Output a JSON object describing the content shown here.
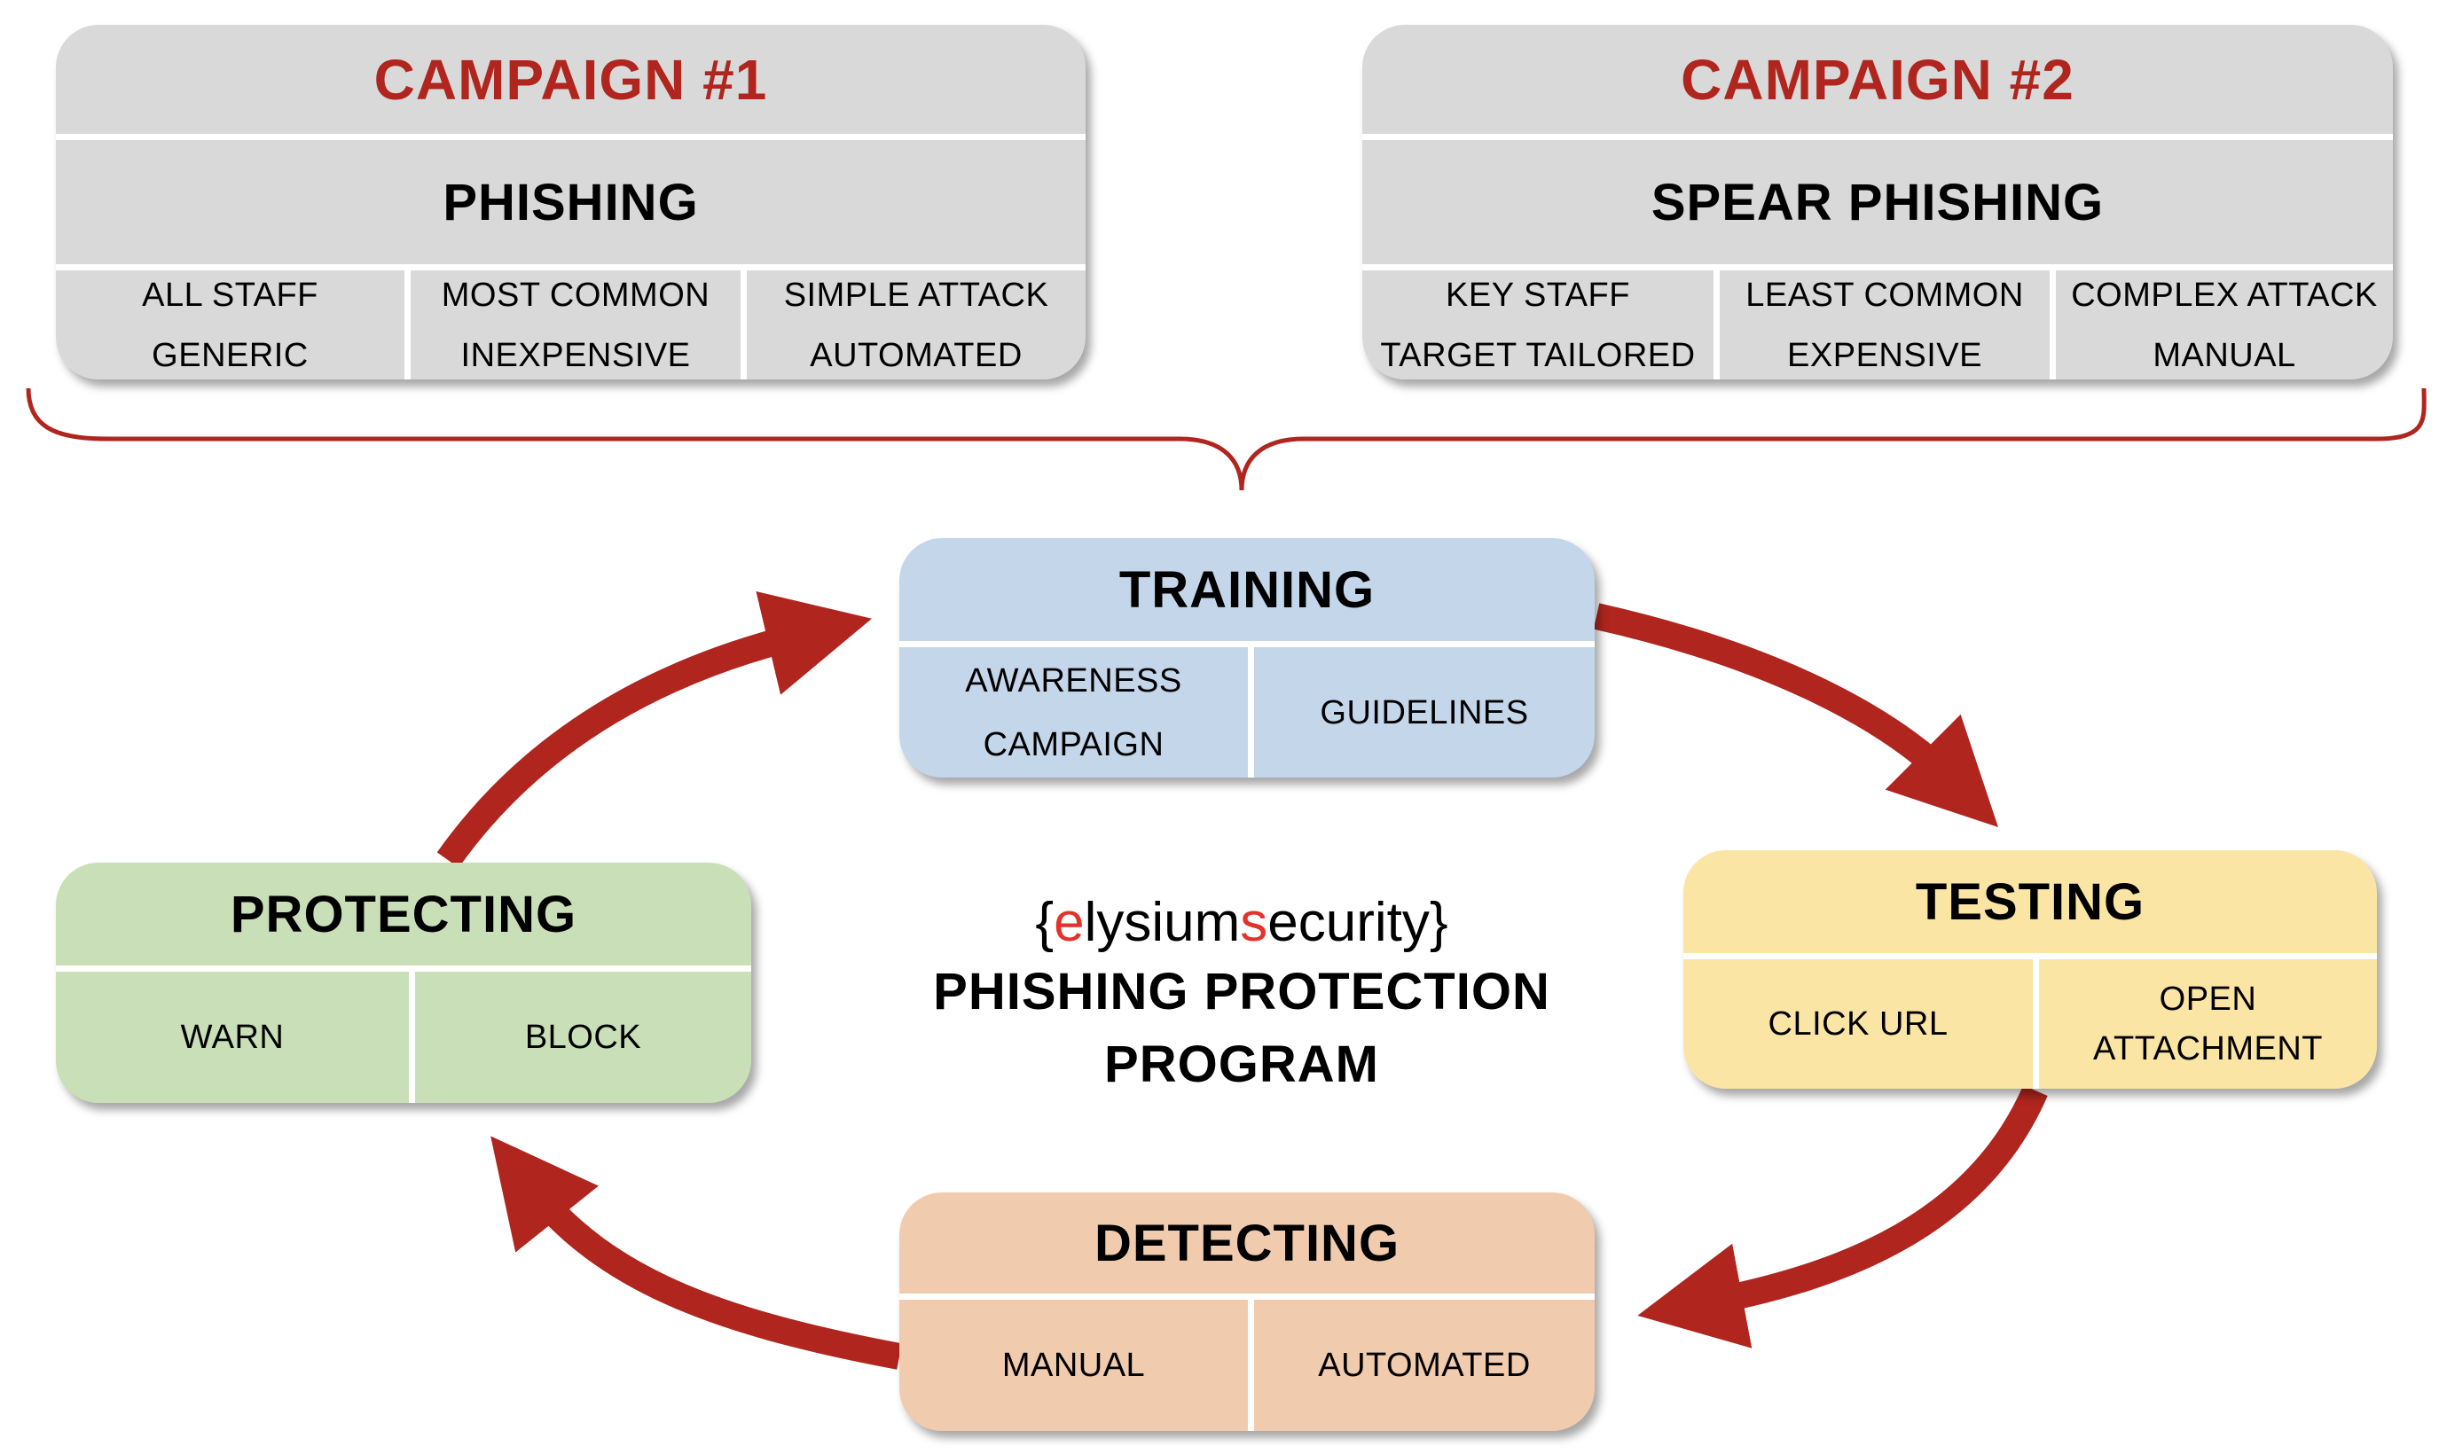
{
  "campaigns": [
    {
      "title": "CAMPAIGN #1",
      "type": "PHISHING",
      "attributes": [
        {
          "line1": "ALL STAFF",
          "line2": "GENERIC"
        },
        {
          "line1": "MOST COMMON",
          "line2": "INEXPENSIVE"
        },
        {
          "line1": "SIMPLE ATTACK",
          "line2": "AUTOMATED"
        }
      ]
    },
    {
      "title": "CAMPAIGN #2",
      "type": "SPEAR PHISHING",
      "attributes": [
        {
          "line1": "KEY STAFF",
          "line2": "TARGET TAILORED"
        },
        {
          "line1": "LEAST COMMON",
          "line2": "EXPENSIVE"
        },
        {
          "line1": "COMPLEX ATTACK",
          "line2": "MANUAL"
        }
      ]
    }
  ],
  "center": {
    "logo": {
      "brace_open": "{",
      "e": "e",
      "lysium": "lysium",
      "s": "s",
      "ecurity": "ecurity",
      "brace_close": "}"
    },
    "title_line1": "PHISHING PROTECTION",
    "title_line2": "PROGRAM"
  },
  "stages": {
    "training": {
      "title": "TRAINING",
      "items": [
        {
          "line1": "AWARENESS",
          "line2": "CAMPAIGN"
        },
        {
          "line1": "GUIDELINES",
          "line2": ""
        }
      ]
    },
    "testing": {
      "title": "TESTING",
      "items": [
        {
          "line1": "CLICK URL",
          "line2": ""
        },
        {
          "line1": "OPEN",
          "line2": "ATTACHMENT"
        }
      ]
    },
    "detecting": {
      "title": "DETECTING",
      "items": [
        {
          "line1": "MANUAL",
          "line2": ""
        },
        {
          "line1": "AUTOMATED",
          "line2": ""
        }
      ]
    },
    "protecting": {
      "title": "PROTECTING",
      "items": [
        {
          "line1": "WARN",
          "line2": ""
        },
        {
          "line1": "BLOCK",
          "line2": ""
        }
      ]
    }
  },
  "cycle_order": [
    "training",
    "testing",
    "detecting",
    "protecting"
  ],
  "colors": {
    "accent_red": "#b0251e",
    "logo_red": "#e3322b",
    "campaign_bg": "#d9d9d9",
    "training_bg": "#c3d6ea",
    "testing_bg": "#fae5a4",
    "detecting_bg": "#f1cbad",
    "protecting_bg": "#c9dfb8"
  }
}
